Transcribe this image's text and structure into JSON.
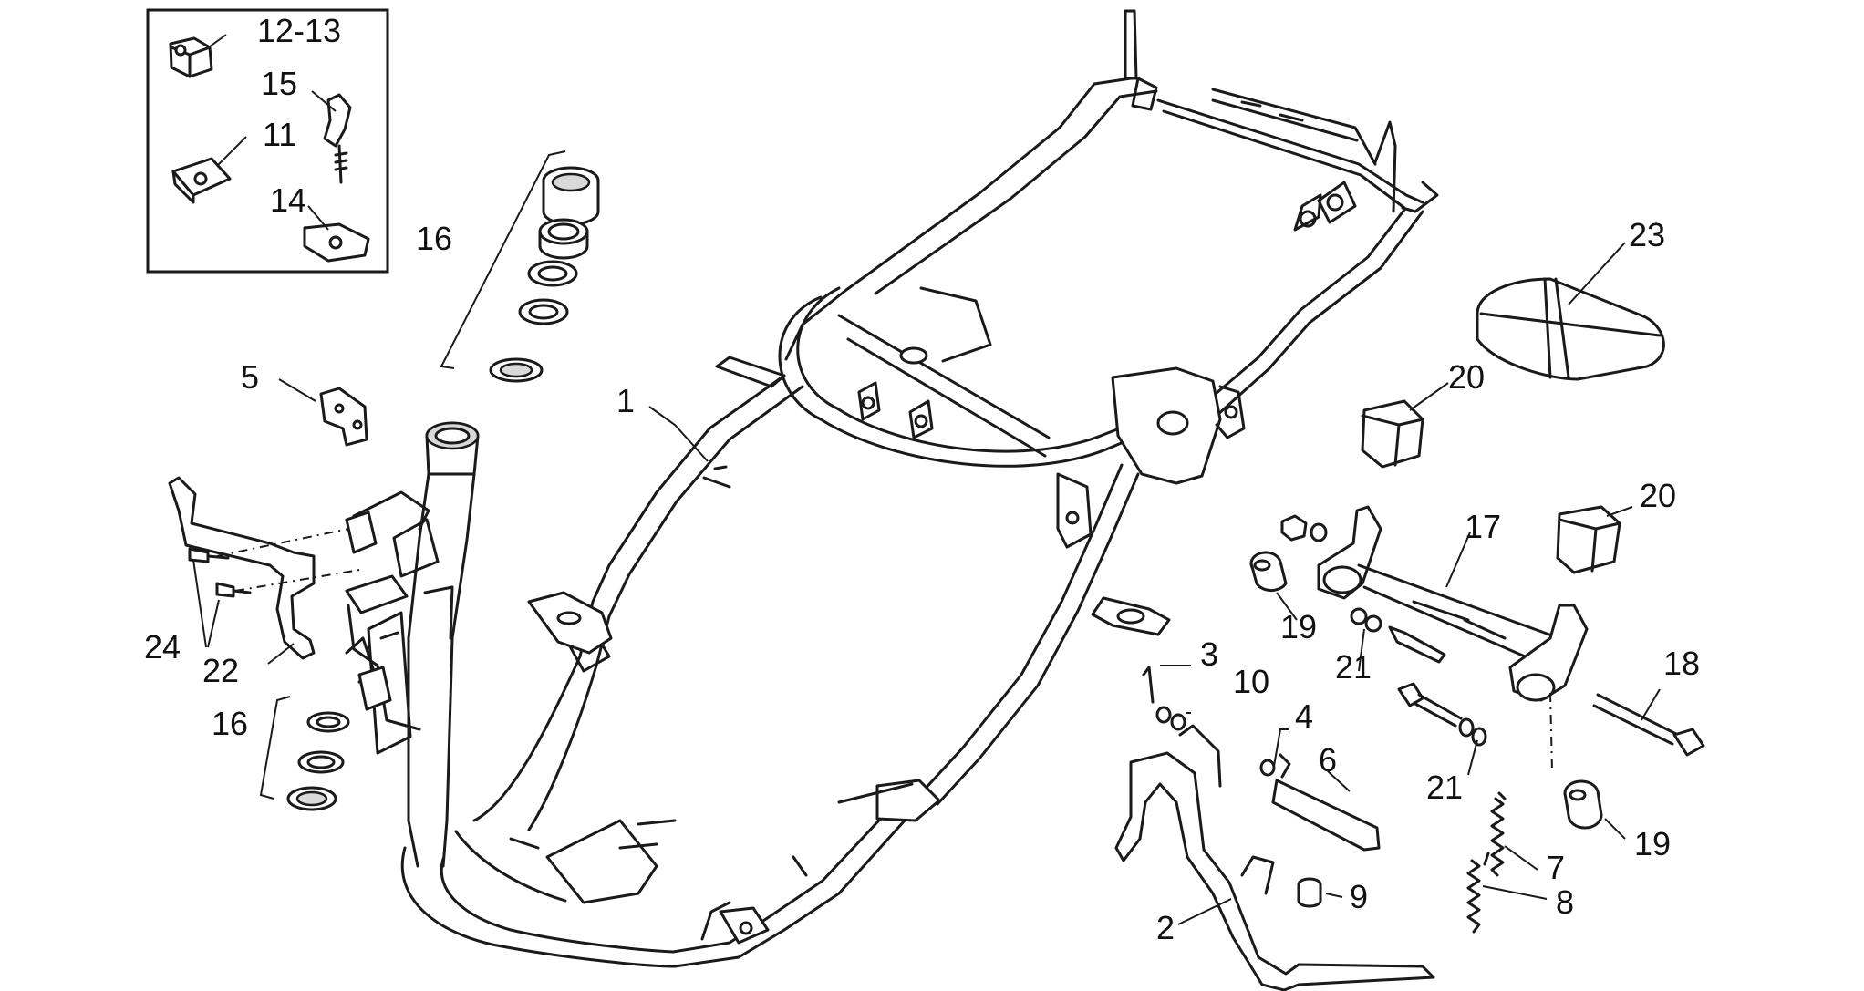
{
  "callouts": {
    "c12_13": "12-13",
    "c15": "15",
    "c11": "11",
    "c14": "14",
    "c16_top": "16",
    "c16_bottom": "16",
    "c5": "5",
    "c1": "1",
    "c24": "24",
    "c22": "22",
    "c23": "23",
    "c20_top": "20",
    "c20_bottom": "20",
    "c17": "17",
    "c19_top": "19",
    "c19_bottom": "19",
    "c21_top": "21",
    "c21_bottom": "21",
    "c18": "18",
    "c3": "3",
    "c10": "10",
    "c4": "4",
    "c6": "6",
    "c7": "7",
    "c8": "8",
    "c9": "9",
    "c2": "2"
  }
}
